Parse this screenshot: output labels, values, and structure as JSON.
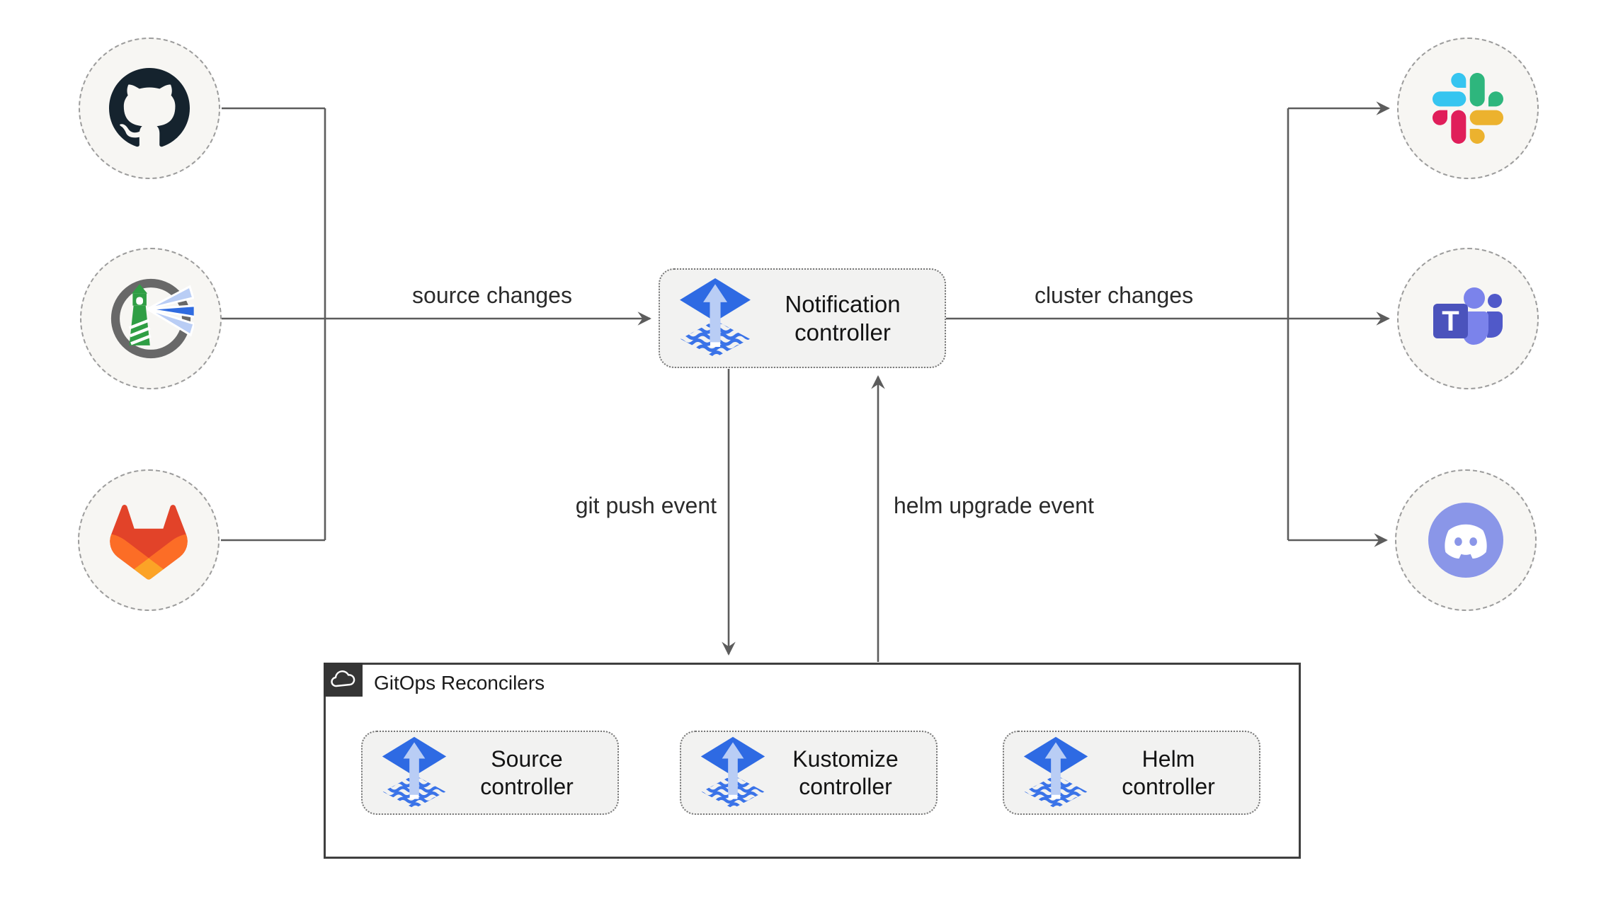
{
  "diagram": {
    "container": {
      "label": "GitOps Reconcilers",
      "icon": "cloud-icon"
    },
    "nodes": {
      "notification": {
        "label": "Notification controller",
        "icon": "flux-icon"
      },
      "source": {
        "label": "Source controller",
        "icon": "flux-icon"
      },
      "kustomize": {
        "label": "Kustomize controller",
        "icon": "flux-icon"
      },
      "helm": {
        "label": "Helm controller",
        "icon": "flux-icon"
      }
    },
    "sources": [
      {
        "id": "github",
        "icon": "github-icon"
      },
      {
        "id": "harbor",
        "icon": "harbor-icon"
      },
      {
        "id": "gitlab",
        "icon": "gitlab-icon"
      }
    ],
    "targets": [
      {
        "id": "slack",
        "icon": "slack-icon"
      },
      {
        "id": "teams",
        "icon": "microsoft-teams-icon"
      },
      {
        "id": "discord",
        "icon": "discord-icon"
      }
    ],
    "edges": {
      "source_changes": "source changes",
      "cluster_changes": "cluster changes",
      "git_push_event": "git push event",
      "helm_upgrade_event": "helm upgrade event"
    },
    "colors": {
      "line": "#5c5c5c",
      "text": "#1c1c1c",
      "circle_fill": "#f7f6f3",
      "circle_border": "#9c9c9c",
      "box_fill": "#f2f2f1",
      "box_border": "#757575",
      "container_border": "#3f3f3f",
      "badge_bg": "#353535",
      "flux_blue": "#2e6ae3",
      "flux_light_arrow": "#b9cdf5",
      "flux_wave": "#3a73e8",
      "github": "#15232e",
      "harbor_green": "#2f9e44",
      "harbor_ring": "#686868",
      "gitlab": [
        "#e24329",
        "#fc6d26",
        "#fca326"
      ],
      "slack": [
        "#36c5f0",
        "#2eb67d",
        "#ecb22e",
        "#e01e5a"
      ],
      "teams": [
        "#7b83eb",
        "#5059c9",
        "#4b53bc"
      ],
      "discord": "#8a96e8"
    }
  }
}
